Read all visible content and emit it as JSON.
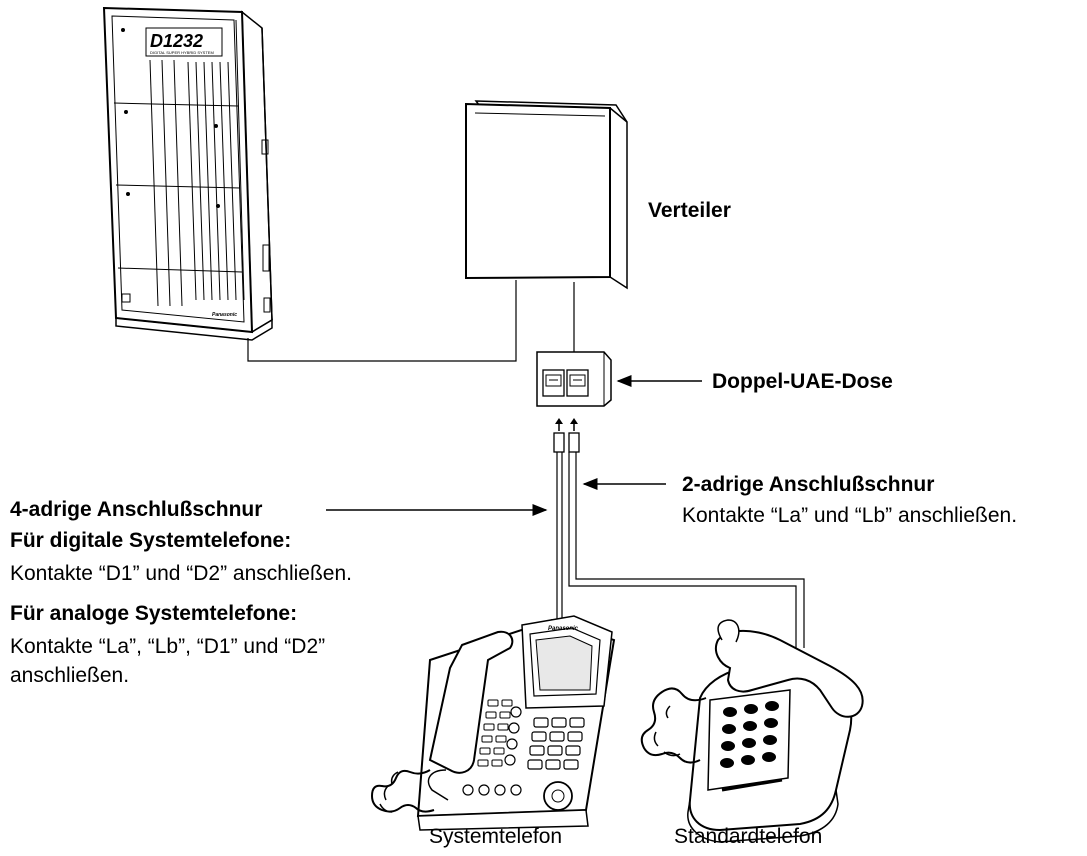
{
  "labels": {
    "verteiler": "Verteiler",
    "uae_dose": "Doppel-UAE-Dose",
    "cord2_title": "2-adrige Anschlußschnur",
    "cord2_text": "Kontakte “La” und “Lb” anschließen.",
    "cord4_title": "4-adrige Anschlußschnur",
    "digital_title": "Für digitale Systemtelefone:",
    "digital_text": "Kontakte “D1” und “D2” anschließen.",
    "analog_title": "Für analoge Systemtelefone:",
    "analog_text_1": "Kontakte “La”, “Lb”, “D1” und “D2”",
    "analog_text_2": "anschließen.",
    "system_phone": "Systemtelefon",
    "standard_phone": "Standardtelefon"
  },
  "device": {
    "model": "D1232",
    "subtitle": "DIGITAL SUPER HYBRID SYSTEM",
    "brand": "Panasonic"
  },
  "phone": {
    "brand": "Panasonic"
  }
}
